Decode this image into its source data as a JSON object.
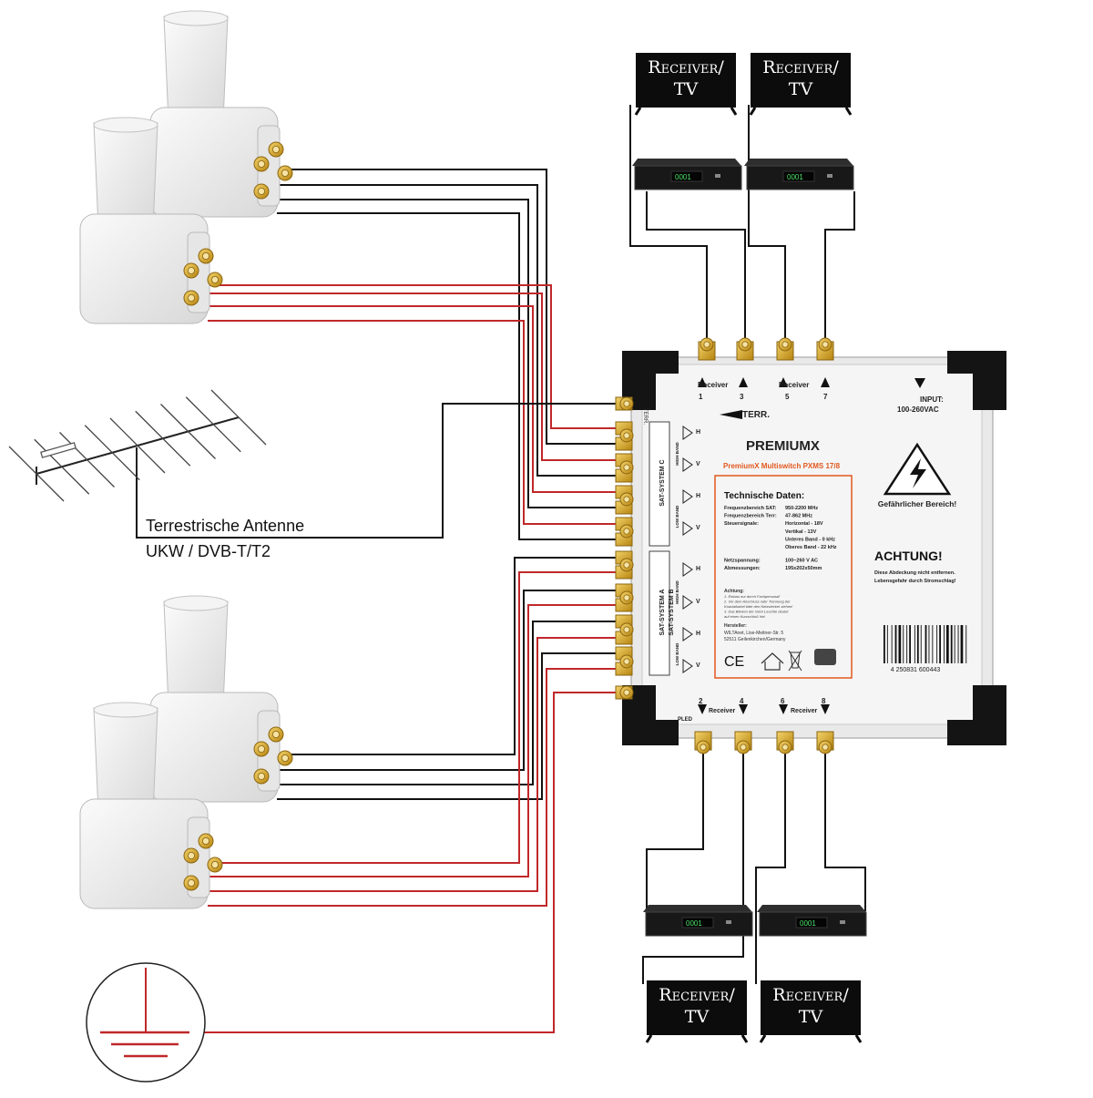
{
  "tv_units": [
    {
      "line1": "Receiver/",
      "line2": "TV"
    },
    {
      "line1": "Receiver/",
      "line2": "TV"
    },
    {
      "line1": "Receiver/",
      "line2": "TV"
    },
    {
      "line1": "Receiver/",
      "line2": "TV"
    }
  ],
  "antenna": {
    "label_line1": "Terrestrische Antenne",
    "label_line2": "UKW / DVB-T/T2"
  },
  "multiswitch": {
    "brand": "PREMIUMX",
    "model": "PremiumX Multiswitch PXMS 17/8",
    "terr_label": "TERR.",
    "input_label": "INPUT:",
    "input_value": "100-260VAC",
    "receiver_word": "Receiver",
    "top_ports": [
      "1",
      "3",
      "5",
      "7"
    ],
    "bottom_ports": [
      "2",
      "4",
      "6",
      "8"
    ],
    "sat_system_c": "SAT-SYSTEM C",
    "sat_system_a": "SAT-SYSTEM A",
    "sat_system_b": "SAT-SYSTEM B",
    "high_band": "HIGH BAND",
    "low_band": "LOW BAND",
    "h_mark": "H",
    "v_mark": "V",
    "tech_title": "Technische Daten:",
    "tech_rows": [
      {
        "k": "Frequenzbereich SAT:",
        "v": "950-2200 MHz"
      },
      {
        "k": "Frequenzbereich Terr:",
        "v": "47-862 MHz"
      },
      {
        "k": "Steuersignale:",
        "v": "Horizontal - 18V"
      },
      {
        "k": "",
        "v": "Vertikal - 13V"
      },
      {
        "k": "",
        "v": "Unteres Band - 0 kHz"
      },
      {
        "k": "",
        "v": "Oberes Band - 22 kHz"
      },
      {
        "k": "Netzspannung:",
        "v": "100~260 V AC"
      },
      {
        "k": "Abmessungen:",
        "v": "195x202x50mm"
      }
    ],
    "achtung_small": "Achtung:",
    "notes": [
      "1. Einbau nur durch Fachpersonal!",
      "2. Vor dem Anschluss oder Trennung der",
      "Koaxialkabel bitte den Netzstecker ziehen!",
      "3. Das Blinken der roten Leuchte deutet",
      "auf einen Kurzschluß hin!"
    ],
    "hersteller": "Hersteller:",
    "manufacturer": [
      "WILTAnet, Lise-Meitner-Str. 5",
      "52511 Geilenkirchen/Germany"
    ],
    "ce_mark": "CE",
    "hazard_text": "Gefährlicher Bereich!",
    "achtung_big": "ACHTUNG!",
    "warning_lines": [
      "Diese Abdeckung nicht entfernen.",
      "Lebensgefahr durch Stromschlag!"
    ],
    "barcode_number": "4 250831 600443",
    "pled": "PLED"
  },
  "colors": {
    "red_wire": "#c0282a",
    "black_wire": "#111111",
    "connector_gold": "#d9a21c",
    "accent_orange": "#e2581e"
  }
}
